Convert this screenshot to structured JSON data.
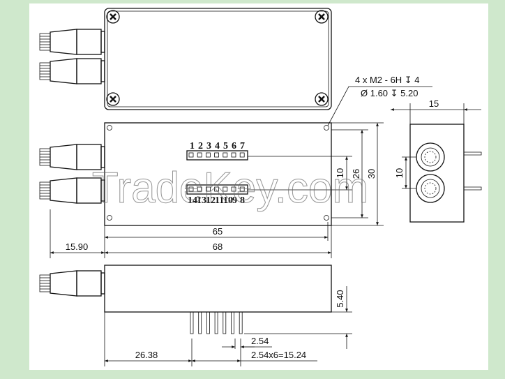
{
  "callout": {
    "line1": "4 x  M2 - 6H ↧ 4",
    "line2": "Ø 1.60 ↧ 5.20"
  },
  "pins": {
    "top_row": [
      "1",
      "2",
      "3",
      "4",
      "5",
      "6",
      "7"
    ],
    "bottom_row": [
      "14",
      "13",
      "12",
      "11",
      "10",
      "9",
      "8"
    ]
  },
  "dimensions": {
    "pitch_10": "10",
    "height_26": "26",
    "height_30": "30",
    "length_65": "65",
    "length_68": "68",
    "offset_15_90": "15.90",
    "side_width_15": "15",
    "side_pitch_10": "10",
    "pin_height_5_40": "5.40",
    "pin_offset_26_38": "26.38",
    "pin_pitch_2_54": "2.54",
    "pin_span": "2.54x6=15.24"
  },
  "watermark": "TradeKey.com"
}
